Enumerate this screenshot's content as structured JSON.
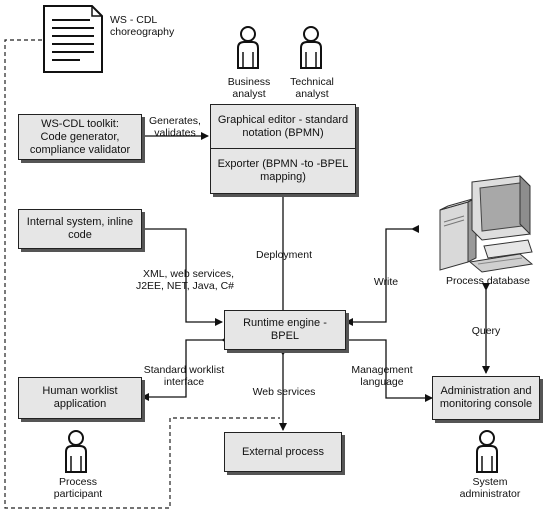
{
  "boxes": {
    "toolkit": "WS-CDL toolkit:\nCode generator,\ncompliance validator",
    "editor": "Graphical editor - standard\nnotation (BPMN)",
    "exporter": "Exporter (BPMN -to -BPEL\nmapping)",
    "internal": "Internal system, inline\ncode",
    "runtime": "Runtime engine - BPEL",
    "worklist": "Human worklist\napplication",
    "external": "External process",
    "admin": "Administration and\nmonitoring console"
  },
  "labels": {
    "choreography": "WS - CDL\nchoreography",
    "business_analyst": "Business\nanalyst",
    "technical_analyst": "Technical\nanalyst",
    "generates": "Generates,\nvalidates",
    "deployment": "Deployment",
    "xml": "XML, web services,\nJ2EE, NET, Java, C#",
    "write": "Write",
    "process_database": "Process database",
    "query": "Query",
    "standard_worklist": "Standard worklist\ninterface",
    "web_services": "Web services",
    "management": "Management\nlanguage",
    "process_participant": "Process\nparticipant",
    "system_administrator": "System\nadministrator"
  },
  "icons": {
    "document": "document-icon",
    "person": "person-icon",
    "computer": "computer-icon"
  }
}
